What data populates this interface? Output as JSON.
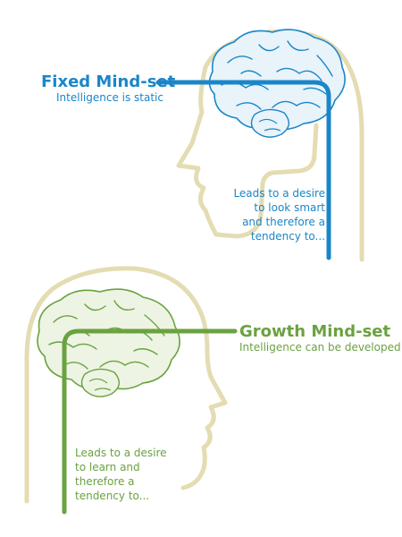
{
  "colors": {
    "fixed": "#1a86c8",
    "growth": "#6aa240",
    "head_outline": "#e4dcb2",
    "fixed_brain_fill": "#e9f3fa",
    "growth_brain_fill": "#edf4e3"
  },
  "icons": {
    "fixed_brain": "brain-icon",
    "growth_brain": "brain-icon",
    "head": "head-profile-icon"
  },
  "fixed": {
    "title": "Fixed Mind-set",
    "subtitle": "Intelligence is static",
    "body_lines": [
      "Leads to a desire",
      "to look smart",
      "and therefore a",
      "tendency to..."
    ]
  },
  "growth": {
    "title": "Growth Mind-set",
    "subtitle": "Intelligence can be developed",
    "body_lines": [
      "Leads to a desire",
      "to learn and",
      "therefore a",
      "tendency to..."
    ]
  }
}
